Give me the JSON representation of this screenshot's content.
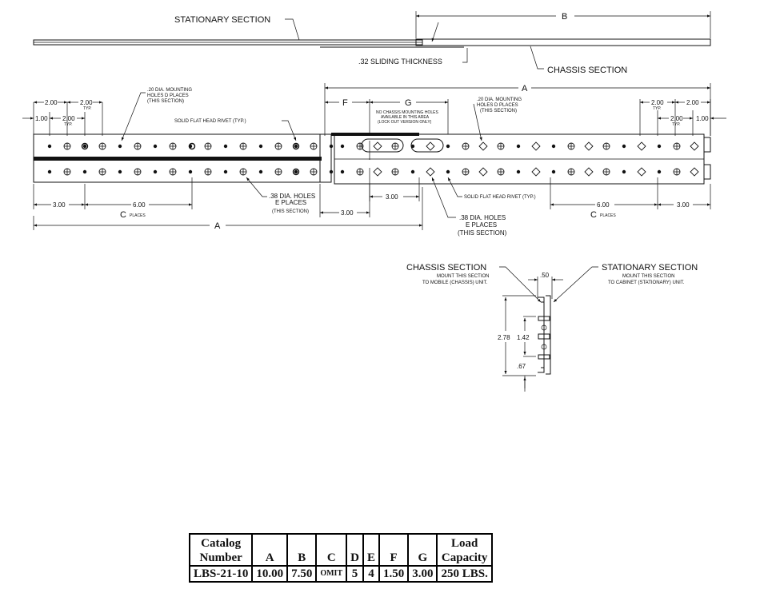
{
  "labels": {
    "stationary_section_top": "STATIONARY SECTION",
    "chassis_section_top": "CHASSIS SECTION",
    "b_dim": "B",
    "sliding_thickness": ".32 SLIDING THICKNESS",
    "mount_holes_left": [
      ".20 DIA. MOUNTING",
      "HOLES D PLACES",
      "(THIS SECTION)"
    ],
    "mount_holes_right": [
      ".20 DIA. MOUNTING",
      "HOLES D PLACES",
      "(THIS SECTION)"
    ],
    "rivet_left": "SOLID FLAT HEAD RIVET (TYP.)",
    "rivet_right": "SOLID FLAT HEAD RIVET (TYP.)",
    "no_chassis_holes": [
      "NO CHASSIS MOUNTING HOLES",
      "AVAILABLE IN THIS AREA",
      "(LOCK OUT VERSION ONLY)"
    ],
    "holes_left": [
      ".38 DIA. HOLES",
      "E PLACES",
      "(THIS SECTION)"
    ],
    "holes_right": [
      ".38 DIA. HOLES",
      "E PLACES",
      "(THIS SECTION)"
    ],
    "dim_a_top": "A",
    "dim_a_bottom": "A",
    "dim_f": "F",
    "dim_g": "G",
    "dim_200": "2.00",
    "dim_100": "1.00",
    "dim_typ": "TYP.",
    "dim_300": "3.00",
    "dim_600": "6.00",
    "c_places": "C",
    "places": "PLACES",
    "end_chassis_title": "CHASSIS SECTION",
    "end_chassis_note": [
      "MOUNT THIS SECTION",
      "TO MOBILE (CHASSIS) UNIT."
    ],
    "end_stationary_title": "STATIONARY SECTION",
    "end_stationary_note": [
      "MOUNT THIS SECTION",
      "TO CABINET (STATIONARY) UNIT."
    ],
    "end_width": ".50",
    "end_height": "2.78",
    "end_mid": "1.42",
    "end_low": ".67"
  },
  "table": {
    "headers": [
      [
        "Catalog",
        "Number"
      ],
      [
        "",
        "A"
      ],
      [
        "",
        "B"
      ],
      [
        "",
        "C"
      ],
      [
        "",
        "D"
      ],
      [
        "",
        "E"
      ],
      [
        "",
        "F"
      ],
      [
        "",
        "G"
      ],
      [
        "Load",
        "Capacity"
      ]
    ],
    "row": [
      "LBS-21-10",
      "10.00",
      "7.50",
      "OMIT",
      "5",
      "4",
      "1.50",
      "3.00",
      "250 LBS."
    ]
  }
}
